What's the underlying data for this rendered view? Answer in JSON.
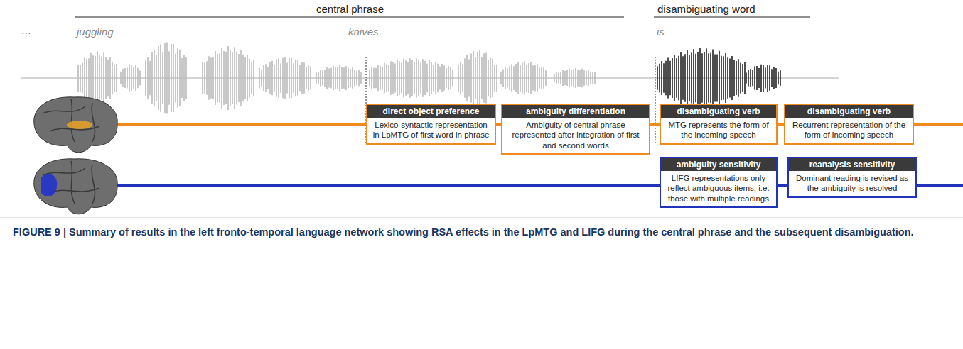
{
  "diagram": {
    "caption": "FIGURE 9 | Summary of results in the left fronto-temporal language network showing RSA effects in the LpMTG and LIFG during the central phrase and the subsequent disambiguation.",
    "nodes": [
      {
        "text": [
          "direct object preference",
          "Lexico-syntactic representation in LpMTG of first word in phrase"
        ]
      },
      {
        "text": [
          "ambiguity differentiation",
          "Ambiguity of central phrase represented after integration of first and second words"
        ]
      },
      {
        "text": [
          "disambiguating verb",
          "MTG represents the form of the incoming speech"
        ]
      },
      {
        "text": [
          "disambiguating verb",
          "Recurrent representation of the form of incoming speech"
        ]
      },
      {
        "text": [
          "ambiguity sensitivity",
          "LIFG representations only reflect ambiguous items, i.e. those with multiple readings"
        ]
      },
      {
        "text": [
          "reanalysis sensitivity",
          "Dominant reading is revised as the ambiguity is resolved"
        ]
      }
    ],
    "labels": [
      "...",
      "central phrase",
      "juggling",
      "knives",
      "disambiguating word",
      "is"
    ]
  }
}
